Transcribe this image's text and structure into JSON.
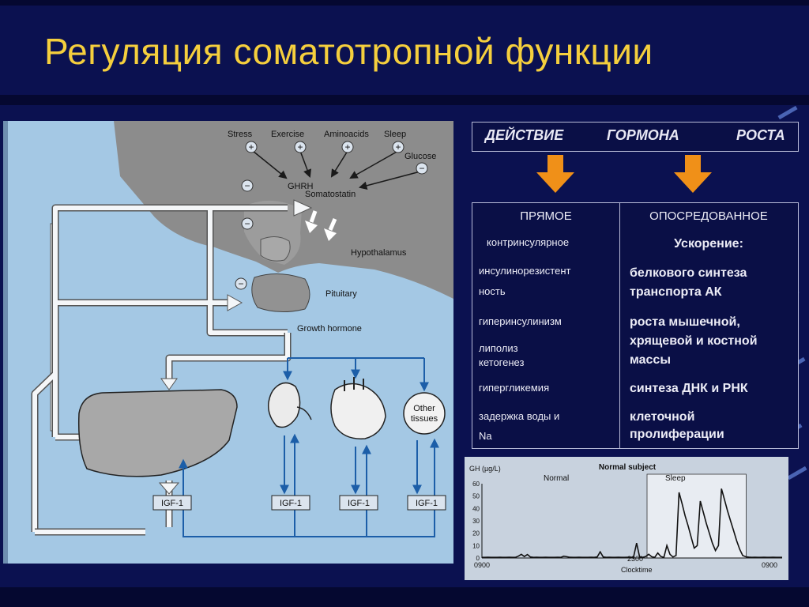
{
  "title": "Регуляция соматотропной функции",
  "diagram": {
    "stimuli": [
      "Stress",
      "Exercise",
      "Aminoacids",
      "Sleep",
      "Glucose"
    ],
    "labels": {
      "ghrh": "GHRH",
      "somatostatin": "Somatostatin",
      "hypothalamus": "Hypothalamus",
      "pituitary": "Pituitary",
      "growth_hormone": "Growth hormone",
      "other_tissues_1": "Other",
      "other_tissues_2": "tissues",
      "igf": "IGF-1",
      "plus": "+",
      "minus": "−"
    }
  },
  "table": {
    "header": [
      "ДЕЙСТВИЕ",
      "ГОРМОНА",
      "РОСТА"
    ],
    "direct": {
      "heading": "ПРЯМОЕ",
      "items": [
        "контринсулярное",
        "инсулинорезистент",
        "ность",
        "гиперинсулинизм",
        "липолиз",
        "кетогенез",
        "гипергликемия",
        "задержка воды и",
        "Na"
      ]
    },
    "mediated": {
      "heading": "ОПОСРЕДОВАННОЕ",
      "subheading": "Ускорение:",
      "items": [
        "белкового синтеза",
        "транспорта АК",
        "роста мышечной,",
        "хрящевой и костной",
        "массы",
        "синтеза ДНК и РНК",
        "клеточной",
        "пролиферации"
      ]
    }
  },
  "chart_data": {
    "type": "line",
    "title": "Normal subject",
    "ylabel": "GH (µg/L)",
    "xlabel": "Clocktime",
    "x_ticks": [
      "0900",
      "2300",
      "0900"
    ],
    "y_ticks": [
      0,
      10,
      20,
      30,
      40,
      50,
      60
    ],
    "ylim": [
      0,
      60
    ],
    "annotations": [
      "Normal",
      "Sleep"
    ],
    "values": [
      0.5,
      0.5,
      0.6,
      0.5,
      0.5,
      0.5,
      0.6,
      0.5,
      0.5,
      0.6,
      0.5,
      0.5,
      1.5,
      3,
      1.2,
      2.8,
      0.8,
      0.5,
      0.6,
      0.5,
      0.5,
      0.6,
      0.5,
      0.5,
      0.5,
      0.6,
      0.5,
      1.5,
      1,
      0.6,
      0.5,
      0.5,
      0.6,
      0.5,
      0.5,
      0.5,
      0.6,
      0.5,
      0.8,
      5,
      0.8,
      0.5,
      0.6,
      0.5,
      0.5,
      0.6,
      0.5,
      0.5,
      0.6,
      0.5,
      0.7,
      12,
      0.8,
      0.5,
      1.2,
      3,
      1,
      0.6,
      4,
      1.2,
      0.5,
      10,
      3,
      0.8,
      2,
      53,
      44,
      34,
      26,
      17,
      8,
      10,
      46,
      37,
      28,
      20,
      12,
      6,
      10,
      56,
      47,
      38,
      30,
      22,
      14,
      7,
      2,
      1,
      0.7,
      0.5,
      0.6,
      0.5,
      0.5,
      0.6,
      0.5,
      0.5,
      0.6,
      0.5,
      0.5,
      0.5
    ],
    "colors": {
      "background": "#c8d2de",
      "line": "#111111",
      "sleep_band": "#e8ecf2"
    }
  },
  "colors": {
    "background": "#0b1150",
    "title": "#f5cf3d",
    "diagram_background": "#a4c8e4",
    "head": "#8c8c8c",
    "blue_line": "#1c5ea8",
    "orange_arrow": "#f09018",
    "text": "#ececf6"
  }
}
